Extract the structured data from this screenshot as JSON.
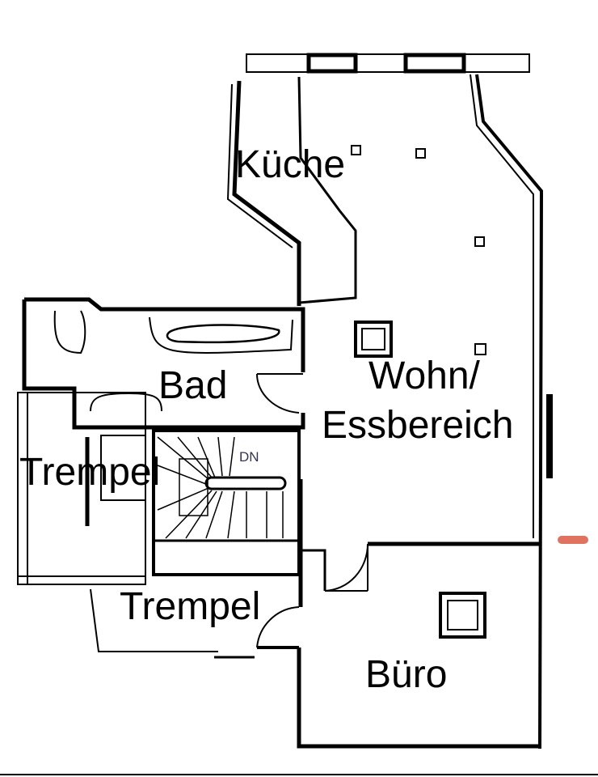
{
  "rooms": {
    "kueche": "Küche",
    "bad": "Bad",
    "wohn_line1": "Wohn/",
    "wohn_line2": "Essbereich",
    "trempel_left": "Trempel",
    "trempel_bottom": "Trempel",
    "buero": "Büro"
  },
  "stairs": {
    "direction_label": "DN"
  },
  "colors": {
    "wall": "#000000",
    "marker": "#e0735f"
  }
}
